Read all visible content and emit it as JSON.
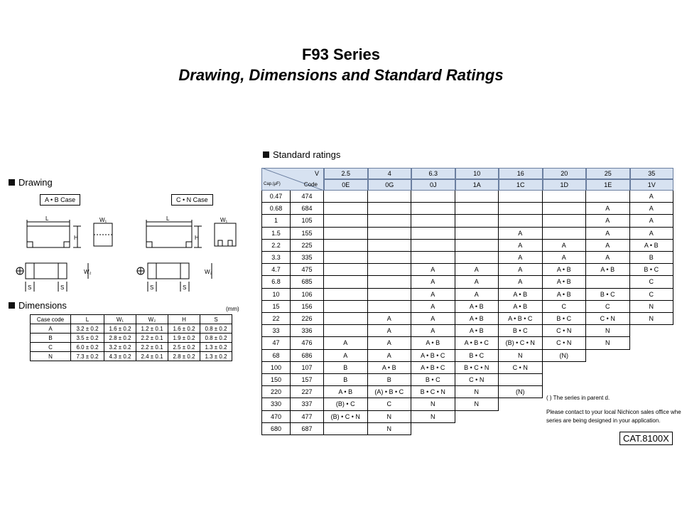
{
  "title": {
    "line1": "F93 Series",
    "line2": "Drawing, Dimensions and Standard Ratings"
  },
  "drawing": {
    "heading": "Drawing",
    "case_ab": "A • B Case",
    "case_cn": "C • N Case",
    "labels": {
      "L": "L",
      "H": "H",
      "W1": "W₁",
      "W2": "W₂",
      "S": "S"
    }
  },
  "dimensions": {
    "heading": "Dimensions",
    "unit": "(mm)",
    "columns": [
      "Case code",
      "L",
      "W₁",
      "W₂",
      "H",
      "S"
    ],
    "rows": [
      [
        "A",
        "3.2 ± 0.2",
        "1.6 ± 0.2",
        "1.2 ± 0.1",
        "1.6 ± 0.2",
        "0.8 ± 0.2"
      ],
      [
        "B",
        "3.5 ± 0.2",
        "2.8 ± 0.2",
        "2.2 ± 0.1",
        "1.9 ± 0.2",
        "0.8 ± 0.2"
      ],
      [
        "C",
        "6.0 ± 0.2",
        "3.2 ± 0.2",
        "2.2 ± 0.1",
        "2.5 ± 0.2",
        "1.3 ± 0.2"
      ],
      [
        "N",
        "7.3 ± 0.2",
        "4.3 ± 0.2",
        "2.4 ± 0.1",
        "2.8 ± 0.2",
        "1.3 ± 0.2"
      ]
    ]
  },
  "ratings": {
    "heading": "Standard ratings",
    "v_label": "V",
    "code_label": "Code",
    "cap_label": "Cap.(μF)",
    "voltages": [
      "2.5",
      "4",
      "6.3",
      "10",
      "16",
      "20",
      "25",
      "35"
    ],
    "voltage_codes": [
      "0E",
      "0G",
      "0J",
      "1A",
      "1C",
      "1D",
      "1E",
      "1V"
    ],
    "rows": [
      {
        "cap": "0.47",
        "code": "474",
        "cells": [
          "",
          "",
          "",
          "",
          "",
          "",
          "",
          "A"
        ]
      },
      {
        "cap": "0.68",
        "code": "684",
        "cells": [
          "",
          "",
          "",
          "",
          "",
          "",
          "A",
          "A"
        ]
      },
      {
        "cap": "1",
        "code": "105",
        "cells": [
          "",
          "",
          "",
          "",
          "",
          "",
          "A",
          "A"
        ]
      },
      {
        "cap": "1.5",
        "code": "155",
        "cells": [
          "",
          "",
          "",
          "",
          "A",
          "",
          "A",
          "A"
        ]
      },
      {
        "cap": "2.2",
        "code": "225",
        "cells": [
          "",
          "",
          "",
          "",
          "A",
          "A",
          "A",
          "A • B"
        ]
      },
      {
        "cap": "3.3",
        "code": "335",
        "cells": [
          "",
          "",
          "",
          "",
          "A",
          "A",
          "A",
          "B"
        ]
      },
      {
        "cap": "4.7",
        "code": "475",
        "cells": [
          "",
          "",
          "A",
          "A",
          "A",
          "A • B",
          "A • B",
          "B • C"
        ]
      },
      {
        "cap": "6.8",
        "code": "685",
        "cells": [
          "",
          "",
          "A",
          "A",
          "A",
          "A • B",
          "",
          "C"
        ]
      },
      {
        "cap": "10",
        "code": "106",
        "cells": [
          "",
          "",
          "A",
          "A",
          "A • B",
          "A • B",
          "B • C",
          "C"
        ]
      },
      {
        "cap": "15",
        "code": "156",
        "cells": [
          "",
          "",
          "A",
          "A • B",
          "A • B",
          "C",
          "C",
          "N"
        ]
      },
      {
        "cap": "22",
        "code": "226",
        "cells": [
          "",
          "A",
          "A",
          "A • B",
          "A • B • C",
          "B • C",
          "C • N",
          "N"
        ]
      },
      {
        "cap": "33",
        "code": "336",
        "cells": [
          "",
          "A",
          "A",
          "A • B",
          "B • C",
          "C • N",
          "N",
          null
        ]
      },
      {
        "cap": "47",
        "code": "476",
        "cells": [
          "A",
          "A",
          "A • B",
          "A • B • C",
          "(B) • C • N",
          "C • N",
          "N",
          null
        ]
      },
      {
        "cap": "68",
        "code": "686",
        "cells": [
          "A",
          "A",
          "A • B • C",
          "B • C",
          "N",
          "(N)",
          null,
          null
        ]
      },
      {
        "cap": "100",
        "code": "107",
        "cells": [
          "B",
          "A • B",
          "A • B • C",
          "B • C • N",
          "C • N",
          null,
          null,
          null
        ]
      },
      {
        "cap": "150",
        "code": "157",
        "cells": [
          "B",
          "B",
          "B • C",
          "C • N",
          "",
          null,
          null,
          null
        ]
      },
      {
        "cap": "220",
        "code": "227",
        "cells": [
          "A • B",
          "(A) • B • C",
          "B • C • N",
          "N",
          "(N)",
          null,
          null,
          null
        ]
      },
      {
        "cap": "330",
        "code": "337",
        "cells": [
          "(B) • C",
          "C",
          "N",
          "N",
          null,
          null,
          null,
          null
        ]
      },
      {
        "cap": "470",
        "code": "477",
        "cells": [
          "(B) • C • N",
          "N",
          "N",
          null,
          null,
          null,
          null,
          null
        ]
      },
      {
        "cap": "680",
        "code": "687",
        "cells": [
          "",
          "N",
          null,
          null,
          null,
          null,
          null,
          null
        ]
      }
    ],
    "note_line1": "(  ) The series in parent                                      d.",
    "note_line2": "Please contact to your local Nichicon sales office when these s",
    "note_line3": "series are being designed in your application.",
    "catalog": "CAT.8100X"
  }
}
